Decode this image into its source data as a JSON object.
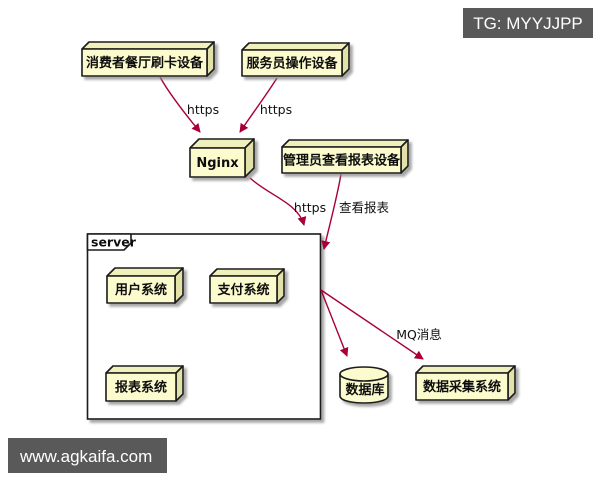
{
  "banners": {
    "top_right": "TG: MYYJJPP",
    "bottom_left": "www.agkaifa.com"
  },
  "colors": {
    "node_fill": "#FBFBCE",
    "node_top": "#F0F0BC",
    "node_side": "#E2E2A8",
    "border": "#1a1a1a",
    "arrow": "#A80036",
    "banner_bg": "#595959",
    "banner_text": "#ffffff",
    "background": "#ffffff"
  },
  "diagram": {
    "nodes": {
      "consumer_device": {
        "label": "消费者餐厅刷卡设备"
      },
      "waiter_device": {
        "label": "服务员操作设备"
      },
      "nginx": {
        "label": "Nginx"
      },
      "admin_device": {
        "label": "管理员查看报表设备"
      },
      "user_system": {
        "label": "用户系统"
      },
      "payment_system": {
        "label": "支付系统"
      },
      "report_system": {
        "label": "报表系统"
      },
      "data_collection_system": {
        "label": "数据采集系统"
      }
    },
    "package": {
      "label": "server"
    },
    "database": {
      "label": "数据库"
    },
    "edge_labels": {
      "https_consumer": "https",
      "https_waiter": "https",
      "https_nginx": "https",
      "view_report": "查看报表",
      "mq_message": "MQ消息"
    }
  }
}
